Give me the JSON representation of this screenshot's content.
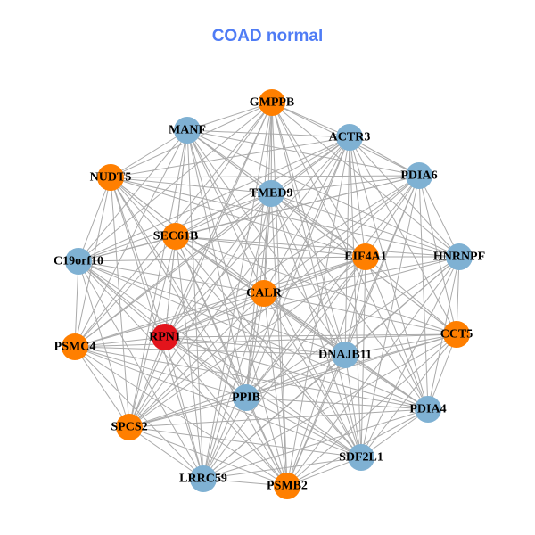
{
  "title": "COAD normal",
  "colors": {
    "up": "#ff7f00",
    "neutral": "#7fb1d3",
    "hub": "#e3141c",
    "edge": "#aaaaaa"
  },
  "nodes": [
    {
      "id": "GMPPB",
      "type": "up"
    },
    {
      "id": "MANF",
      "type": "neutral"
    },
    {
      "id": "ACTR3",
      "type": "neutral"
    },
    {
      "id": "PDIA6",
      "type": "neutral"
    },
    {
      "id": "NUDT5",
      "type": "up"
    },
    {
      "id": "TMED9",
      "type": "neutral"
    },
    {
      "id": "SEC61B",
      "type": "up"
    },
    {
      "id": "EIF4A1",
      "type": "up"
    },
    {
      "id": "HNRNPF",
      "type": "neutral"
    },
    {
      "id": "C19orf10",
      "type": "neutral"
    },
    {
      "id": "CALR",
      "type": "up"
    },
    {
      "id": "RPN1",
      "type": "hub"
    },
    {
      "id": "CCT5",
      "type": "up"
    },
    {
      "id": "PSMC4",
      "type": "up"
    },
    {
      "id": "DNAJB11",
      "type": "neutral"
    },
    {
      "id": "PPIB",
      "type": "neutral"
    },
    {
      "id": "PDIA4",
      "type": "neutral"
    },
    {
      "id": "SPCS2",
      "type": "up"
    },
    {
      "id": "SDF2L1",
      "type": "neutral"
    },
    {
      "id": "LRRC59",
      "type": "neutral"
    },
    {
      "id": "PSMB2",
      "type": "up"
    }
  ],
  "missing_edges": [
    [
      "HNRNPF",
      "C19orf10"
    ],
    [
      "PDIA6",
      "PSMC4"
    ],
    [
      "CCT5",
      "C19orf10"
    ],
    [
      "PDIA4",
      "NUDT5"
    ],
    [
      "HNRNPF",
      "PSMC4"
    ],
    [
      "LRRC59",
      "PDIA6"
    ],
    [
      "SPCS2",
      "HNRNPF"
    ],
    [
      "MANF",
      "PDIA4"
    ],
    [
      "GMPPB",
      "CCT5"
    ],
    [
      "NUDT5",
      "CCT5"
    ]
  ]
}
